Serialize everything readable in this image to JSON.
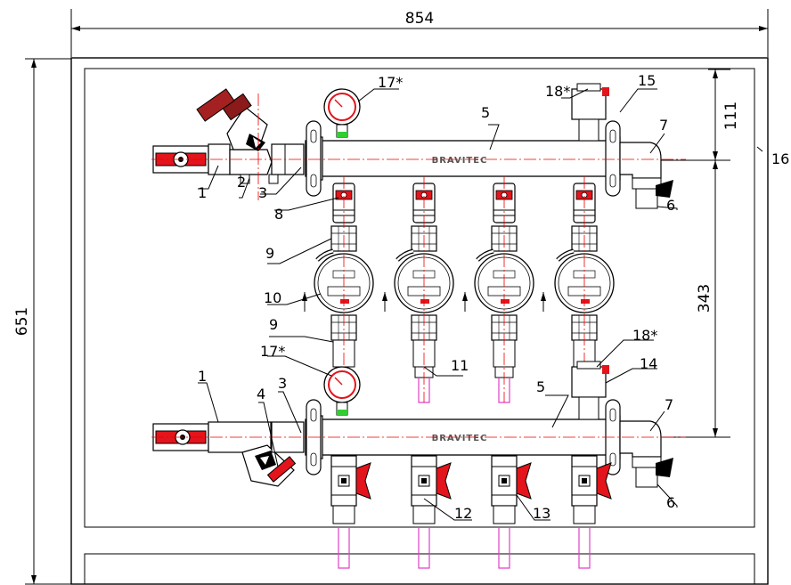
{
  "dimensions": {
    "overall_width": "854",
    "overall_height": "651",
    "upper_offset": "111",
    "manifold_spacing": "343"
  },
  "callouts": {
    "c1_upper": "1",
    "c2": "2",
    "c3_upper": "3",
    "c5_upper": "5",
    "c6_upper": "6",
    "c7_upper": "7",
    "c8": "8",
    "c9_upper": "9",
    "c10": "10",
    "c9_lower": "9",
    "c11": "11",
    "c15": "15",
    "c16": "16",
    "c17_upper": "17*",
    "c18_upper": "18*",
    "c1_lower": "1",
    "c3_lower": "3",
    "c4": "4",
    "c5_lower": "5",
    "c6_lower": "6",
    "c7_lower": "7",
    "c12": "12",
    "c13": "13",
    "c14": "14",
    "c17_lower": "17*",
    "c18_lower": "18*"
  },
  "brand_mark": "BRAVITEC",
  "colors": {
    "valve_handle": "#e3141b",
    "axis_line": "#e00000",
    "outlet_pipe": "#e040c8",
    "outline": "#000000"
  }
}
